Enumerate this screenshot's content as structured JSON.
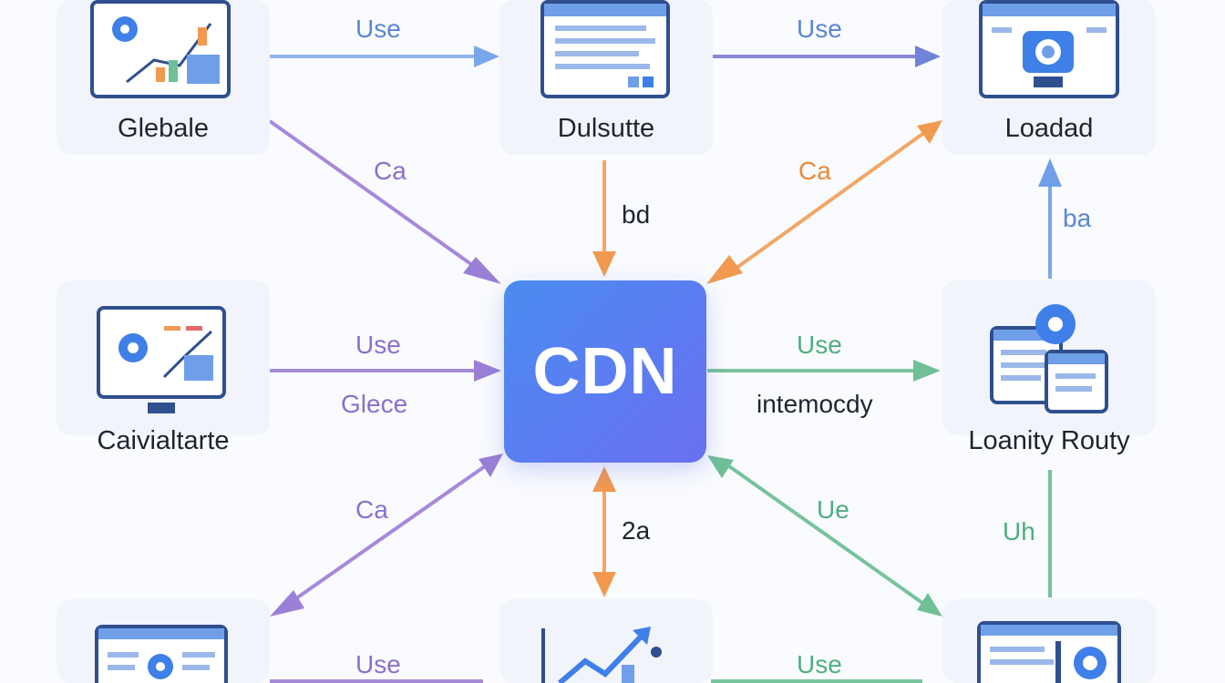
{
  "center": {
    "label": "CDN"
  },
  "nodes": {
    "top_left": "Glebale",
    "top_center": "Dulsutte",
    "top_right": "Loadad",
    "middle_left": "Caivialtarte",
    "middle_right": "Loanity Routy"
  },
  "edges": {
    "tl_to_tc": "Use",
    "tc_to_tr": "Use",
    "tl_to_cdn": "Ca",
    "tc_to_cdn": "bd",
    "cdn_to_tr": "Ca",
    "mr_to_tr": "ba",
    "ml_to_cdn_top": "Use",
    "ml_to_cdn_bottom": "Glece",
    "cdn_to_mr_top": "Use",
    "cdn_to_mr_bottom": "intemoсdy",
    "cdn_to_bl": "Ca",
    "cdn_to_bc": "2a",
    "cdn_to_br": "Ue",
    "br_to_mr": "Uh",
    "bl_to_bc": "Use",
    "bc_to_br": "Use"
  },
  "colors": {
    "blue": "#6f9fe8",
    "purple": "#9b7fd6",
    "orange": "#f19a4f",
    "green": "#6fc097",
    "cdn_start": "#4a8cf0",
    "cdn_end": "#6a6ff2"
  },
  "icons": [
    "settings-dashboard-icon",
    "document-window-icon",
    "camera-monitor-icon",
    "gear-chart-monitor-icon",
    "stacked-windows-icon",
    "dashboard-window-icon",
    "growth-chart-icon",
    "analytics-window-icon"
  ]
}
